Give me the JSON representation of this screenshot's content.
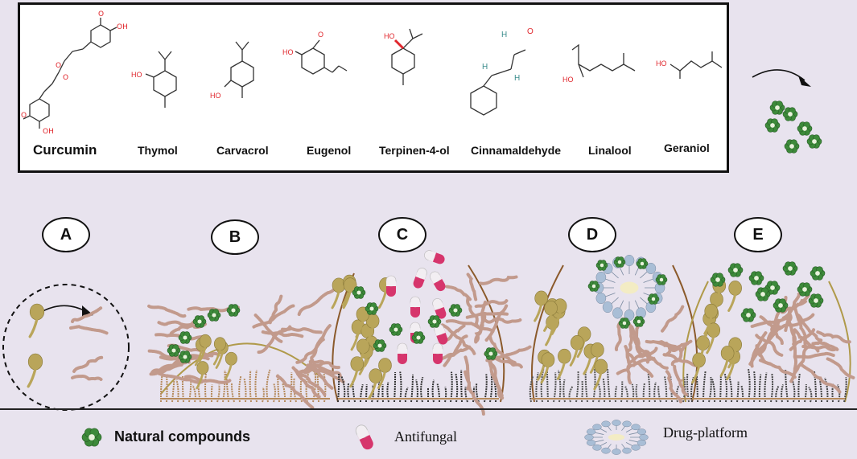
{
  "compounds": [
    {
      "name": "Curcumin"
    },
    {
      "name": "Thymol"
    },
    {
      "name": "Carvacrol"
    },
    {
      "name": "Eugenol"
    },
    {
      "name": "Terpinen-4-ol"
    },
    {
      "name": "Cinnamaldehyde"
    },
    {
      "name": "Linalool"
    },
    {
      "name": "Geraniol"
    }
  ],
  "atoms": {
    "oxygen": "O",
    "hydrogen": "H",
    "hydroxyl": "HO",
    "hydroxyl_right": "OH"
  },
  "stages": [
    "A",
    "B",
    "C",
    "D",
    "E"
  ],
  "legend": {
    "natural_compounds": "Natural compounds",
    "antifungal": "Antifungal",
    "drug_platform": "Drug-platform"
  },
  "colors": {
    "background": "#e8e3ee",
    "yeast": "#b9a55a",
    "hyphae": "#c29a8c",
    "compound_green": "#3d8a3a",
    "capsule_pink": "#d6356c",
    "platform_blue": "#a9bed6",
    "oxygen_red": "#e0262c",
    "hydrogen_teal": "#3a8c8c",
    "matrix_brown": "#b58a5c",
    "ecm_grey": "#555555"
  },
  "icons": [
    "flower-compound-icon",
    "capsule-icon",
    "drug-platform-icon",
    "curved-arrow-icon",
    "yeast-cell-icon",
    "hypha-icon"
  ]
}
